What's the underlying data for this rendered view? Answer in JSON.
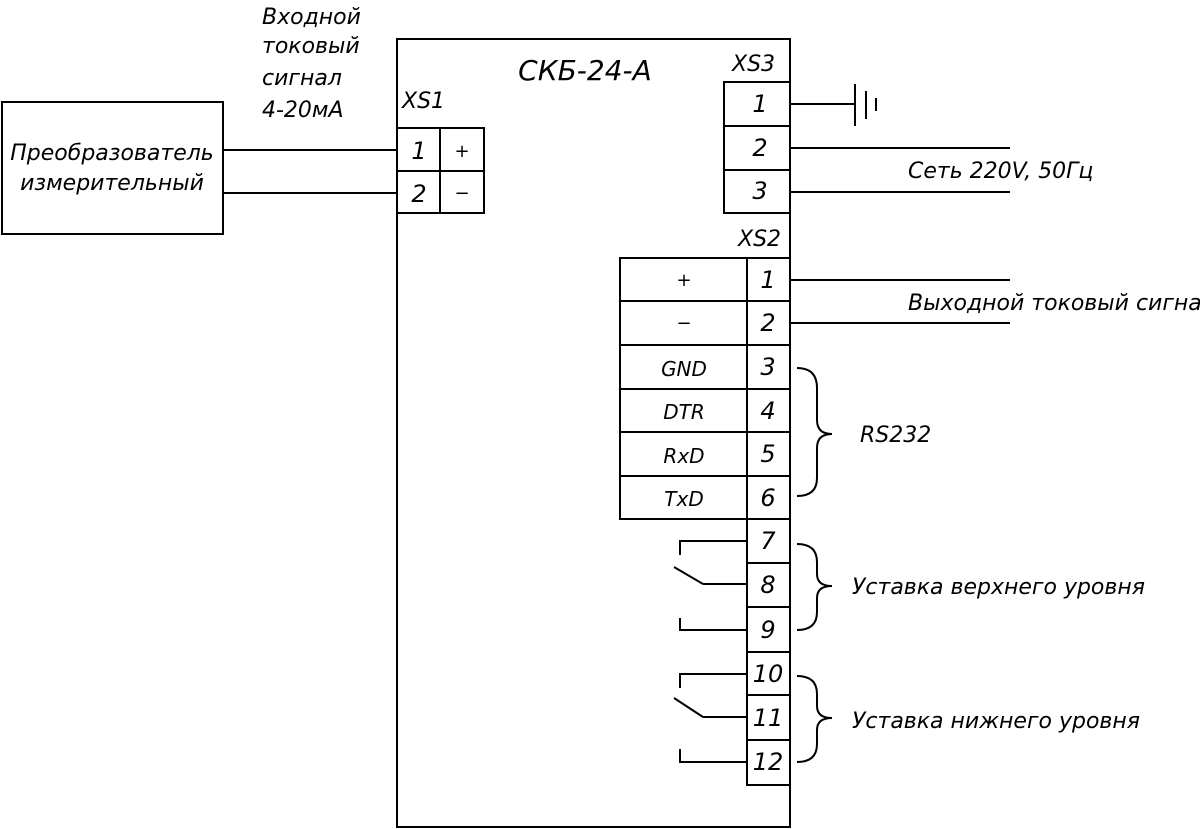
{
  "device": {
    "title": "СКБ-24-А"
  },
  "transducer": {
    "line1": "Преобразователь",
    "line2": "измерительный"
  },
  "input_signal": {
    "lines": [
      "Входной",
      "токовый",
      "сигнал",
      "4-20мА"
    ]
  },
  "xs1": {
    "label": "XS1",
    "pins": [
      {
        "num": "1",
        "sign": "+"
      },
      {
        "num": "2",
        "sign": "−"
      }
    ]
  },
  "xs3": {
    "label": "XS3",
    "pins": [
      "1",
      "2",
      "3"
    ],
    "mains_label": "Сеть 220V, 50Гц"
  },
  "xs2": {
    "label": "XS2",
    "pins": [
      "1",
      "2",
      "3",
      "4",
      "5",
      "6",
      "7",
      "8",
      "9",
      "10",
      "11",
      "12"
    ],
    "signals": [
      "+",
      "−",
      "GND",
      "DTR",
      "RxD",
      "TxD"
    ],
    "output_label": "Выходной токовый сигнал",
    "rs232_label": "RS232",
    "upper_label": "Уставка верхнего уровня",
    "lower_label": "Уставка нижнего уровня"
  }
}
